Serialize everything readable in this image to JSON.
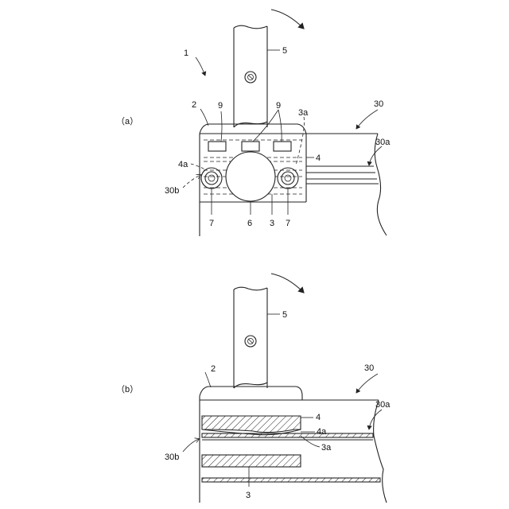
{
  "figure_a": {
    "panel_label": "（a）",
    "labels": {
      "assembly": "1",
      "shaft": "5",
      "block": "2",
      "bolt_left": "9",
      "bolt_right": "9",
      "groove": "3a",
      "target": "30",
      "target_surface": "30a",
      "plate": "4",
      "edge": "4a",
      "side": "30b",
      "screw_left": "7",
      "roller": "6",
      "base": "3",
      "screw_right": "7"
    }
  },
  "figure_b": {
    "panel_label": "（b）",
    "labels": {
      "shaft": "5",
      "block": "2",
      "target": "30",
      "target_surface": "30a",
      "plate": "4",
      "edge": "4a",
      "groove": "3a",
      "side": "30b",
      "base": "3"
    }
  }
}
